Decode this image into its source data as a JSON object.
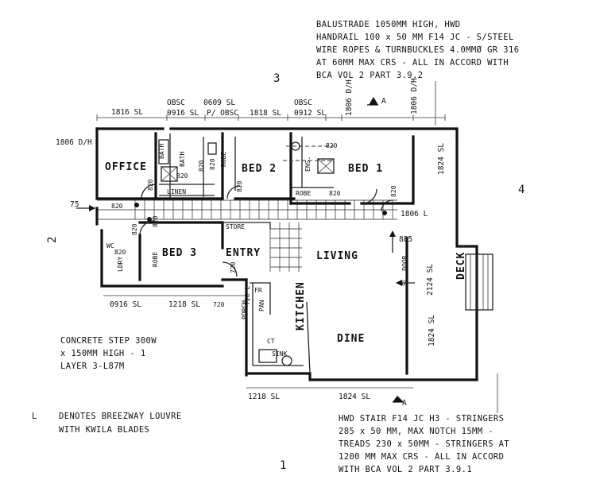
{
  "rooms": {
    "office": "OFFICE",
    "bath": "BATH",
    "bath2": "BATH",
    "robe_b2": "ROBE",
    "bed2": "BED 2",
    "ens": "ENS.",
    "bed1": "BED 1",
    "linen": "LINEN",
    "robe_b1": "ROBE",
    "store": "STORE",
    "entry": "ENTRY",
    "living": "LIVING",
    "bed3": "BED 3",
    "robe_b3": "ROBE",
    "ldry": "LDRY",
    "porch": "PORCH",
    "kitchen": "KITCHEN",
    "dine": "DINE",
    "deck": "DECK",
    "fr": "FR",
    "pan": "PAN",
    "ct": "CT",
    "sink": "SINK",
    "sl_door": "SL. DOOR",
    "wc": "WC"
  },
  "dims": {
    "w_1816sl_top": "1816 SL",
    "w_obsc1": "OBSC",
    "w_0916sl": "0916 SL",
    "w_0609sl": "0609 SL",
    "w_pobsc": "P/ OBSC",
    "w_1818sl": "1818 SL",
    "w_obsc2": "OBSC",
    "w_0912sl": "0912 SL",
    "w_1806dh_v1": "1806 D/H",
    "w_1806dh_v2": "1806 D/H",
    "w_1806dh_left": "1806 D/H",
    "w_1824sl_right": "1824 SL",
    "w_1806l": "1806 L",
    "d_885": "885",
    "d_2124sl": "2124 SL",
    "d_1824sl_dine": "1824 SL",
    "w_0916sl_bottom": "0916 SL",
    "w_1218sl_bottom": "1218 SL",
    "w_1218sl_kitchen": "1218 SL",
    "w_1824sl_bottom": "1824 SL",
    "d_820_office": "820",
    "d_820_bath": "820",
    "d_820_robe2": "820",
    "d_820_bath_v": "820",
    "d_820_bed2": "820",
    "d_820_ens": "820",
    "d_820_robe1": "820",
    "d_820_bed1": "820",
    "d_820_hall": "820",
    "d_820_bed3": "820",
    "d_820_ldry": "820",
    "d_720_entry": "720",
    "d_720_porch": "720",
    "d_720_l": "720 L",
    "d_820_ldry2": "820"
  },
  "markers": {
    "n3": "3",
    "n4": "4",
    "n1": "1",
    "n2": "2",
    "a_top": "A",
    "a_bottom": "A",
    "n75": "75"
  },
  "notes": {
    "balustrade": [
      "BALUSTRADE 1050MM HIGH, HWD",
      "HANDRAIL 100 x 50 MM F14 JC - S/STEEL",
      "WIRE ROPES & TURNBUCKLES 4.0MMØ GR 316",
      "AT 60MM MAX CRS - ALL IN ACCORD WITH",
      "BCA VOL 2 PART 3.9.2"
    ],
    "step": [
      "CONCRETE STEP 300W",
      "x 150MM HIGH - 1",
      "LAYER 3-L87M"
    ],
    "louvre_key": "L",
    "louvre": [
      "DENOTES BREEZWAY LOUVRE",
      "WITH KWILA BLADES"
    ],
    "stair": [
      "HWD STAIR F14 JC H3 - STRINGERS",
      "285 x 50 MM, MAX NOTCH 15MM -",
      "TREADS 230 x 50MM - STRINGERS AT",
      "1200 MM MAX CRS - ALL IN ACCORD",
      "WITH BCA VOL 2 PART 3.9.1"
    ]
  }
}
